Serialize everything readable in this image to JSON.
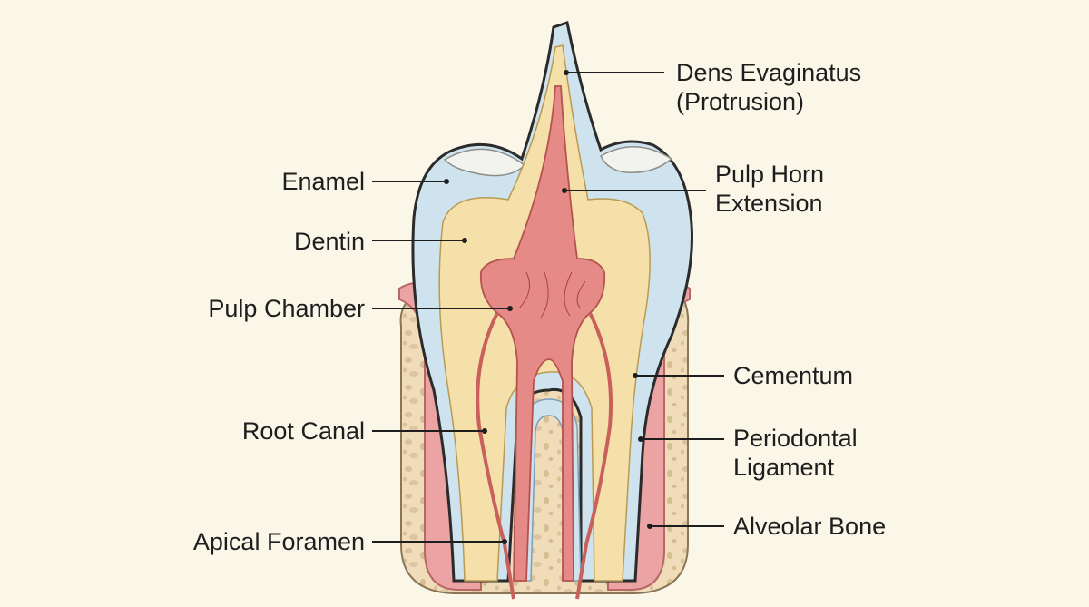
{
  "labels": {
    "dens_evaginatus": {
      "line1": "Dens Evaginatus",
      "line2": "(Protrusion)"
    },
    "pulp_horn": {
      "line1": "Pulp Horn",
      "line2": "Extension"
    },
    "enamel": "Enamel",
    "dentin": "Dentin",
    "pulp_chamber": "Pulp Chamber",
    "cementum": "Cementum",
    "root_canal": "Root Canal",
    "periodontal": {
      "line1": "Periodontal",
      "line2": "Ligament"
    },
    "apical_foramen": "Apical Foramen",
    "alveolar_bone": "Alveolar Bone"
  },
  "colors": {
    "background": "#faf6e8",
    "enamel": "#cfe3ee",
    "dentin": "#f4e0a8",
    "pulp": "#e58a86",
    "gum": "#eba3a3",
    "bone": "#f0dcb8",
    "outline": "#2b2b2b"
  }
}
